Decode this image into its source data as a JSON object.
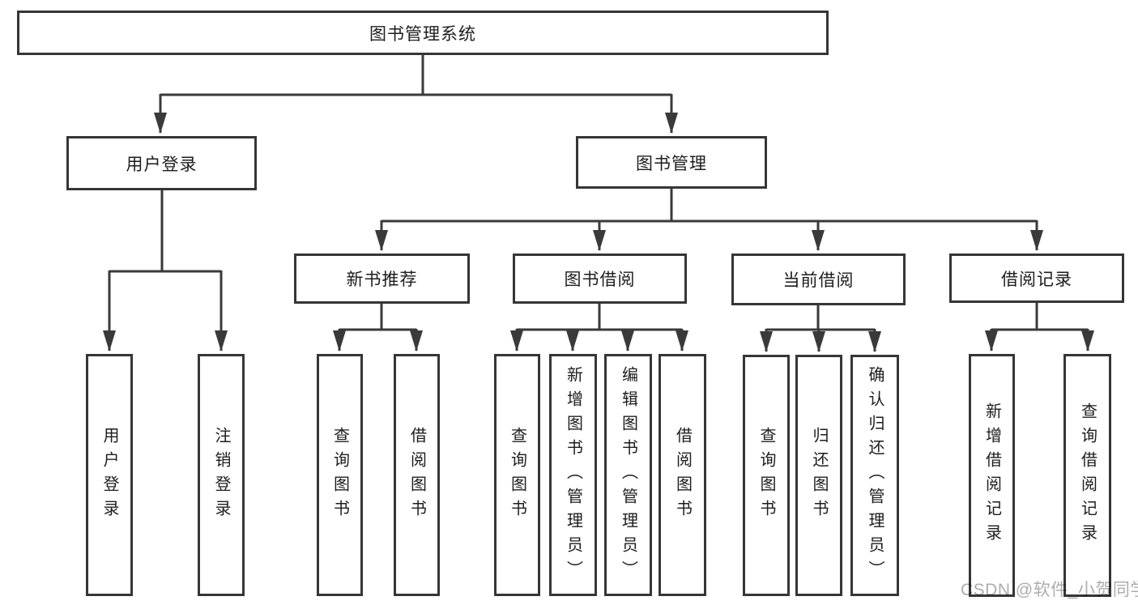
{
  "diagram": {
    "type": "hierarchy-tree",
    "title": "图书管理系统",
    "orientation": "top-down",
    "leaf_text_orientation": "vertical"
  },
  "colors": {
    "background": "#ffffff",
    "box_border": "#363636",
    "connector_line": "#3a3a3a",
    "text": "#1d1d1d",
    "watermark": "#adadad"
  },
  "nodes": {
    "root": "图书管理系统",
    "user_login": "用户登录",
    "book_mgmt": "图书管理",
    "new_books": "新书推荐",
    "book_borrow": "图书借阅",
    "current_borrow": "当前借阅",
    "borrow_records": "借阅记录",
    "ul_login": "用户登录",
    "ul_logout": "注销登录",
    "nb_query": "查询图书",
    "nb_borrow": "借阅图书",
    "bb_query": "查询图书",
    "bb_add": "新增图书（管理员）",
    "bb_edit": "编辑图书（管理员）",
    "bb_borrow": "借阅图书",
    "cb_query": "查询图书",
    "cb_return": "归还图书",
    "cb_confirm": "确认归还（管理员）",
    "br_add": "新增借阅记录",
    "br_query": "查询借阅记录"
  },
  "hierarchy": {
    "图书管理系统": {
      "用户登录": [
        "用户登录",
        "注销登录"
      ],
      "图书管理": {
        "新书推荐": [
          "查询图书",
          "借阅图书"
        ],
        "图书借阅": [
          "查询图书",
          "新增图书（管理员）",
          "编辑图书（管理员）",
          "借阅图书"
        ],
        "当前借阅": [
          "查询图书",
          "归还图书",
          "确认归还（管理员）"
        ],
        "借阅记录": [
          "新增借阅记录",
          "查询借阅记录"
        ]
      }
    }
  },
  "watermark": {
    "text": "CSDN @软件_小贺同学"
  }
}
